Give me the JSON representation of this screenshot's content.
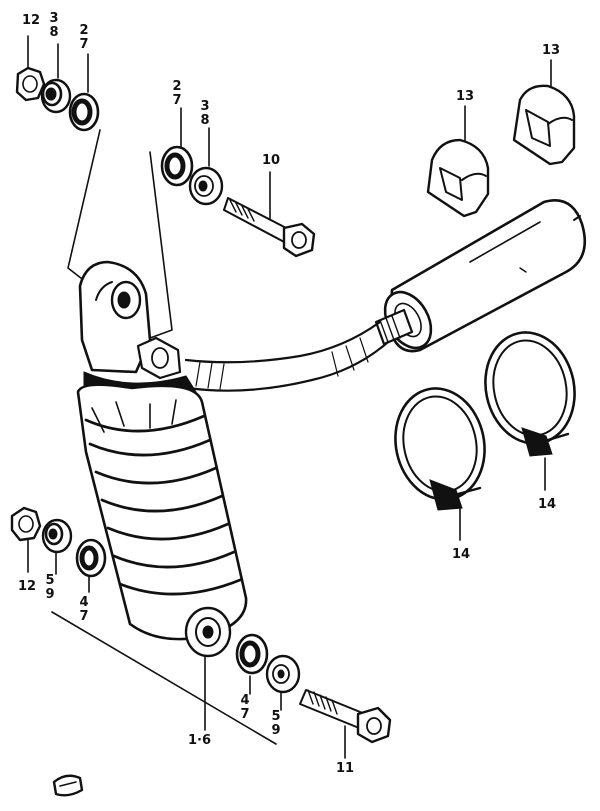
{
  "callouts": {
    "c12_top": "12",
    "c3_8_top": "3\n8",
    "c2_7_top": "2\n7",
    "c2_7_mid": "2\n7",
    "c3_8_mid": "3\n8",
    "c10": "10",
    "c13_left": "13",
    "c13_right": "13",
    "c14_right": "14",
    "c14_left": "14",
    "c12_bottom": "12",
    "c5_9_left": "5\n9",
    "c4_7_left": "4\n7",
    "c1_6": "1·6",
    "c4_7_right": "4\n7",
    "c5_9_right": "5\n9",
    "c11": "11"
  },
  "colors": {
    "ink": "#111111",
    "paper": "#ffffff"
  }
}
